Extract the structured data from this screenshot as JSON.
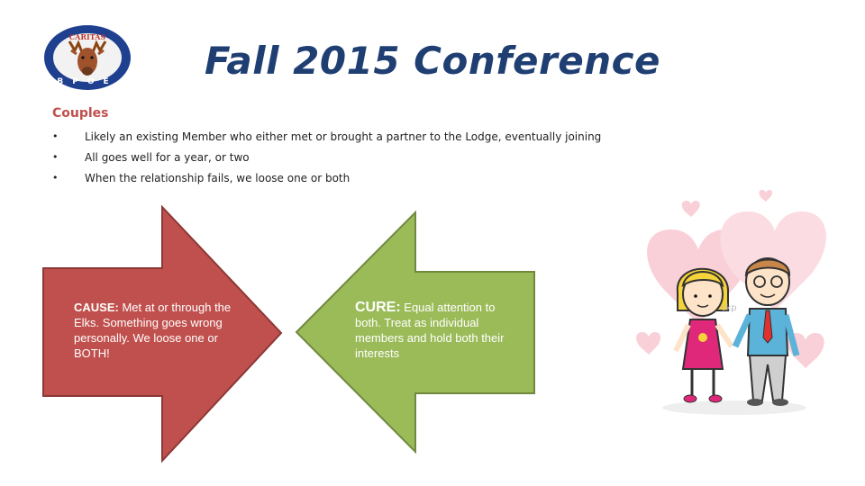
{
  "slide": {
    "title": "Fall 2015 Conference",
    "section_heading": "Couples",
    "bullets": [
      "Likely an existing Member who either met or brought a partner to the Lodge, eventually joining",
      "All goes well for a year, or two",
      "When the relationship fails, we loose one or both"
    ],
    "bullet_glyph": "•"
  },
  "logo": {
    "letters_top": "CARITAS",
    "letters_bottom": "BPOE",
    "icon": "elk-emblem-icon"
  },
  "cause_box": {
    "lead": "CAUSE:",
    "text": " Met at or through the Elks. Something goes wrong personally. We loose one or BOTH!",
    "color": "#c0504d"
  },
  "cure_box": {
    "lead": "CURE:",
    "text": " Equal attention to both. Treat as individual members and hold both their interests",
    "color": "#9bbb59"
  },
  "illustration": {
    "icon": "cartoon-couple-hearts-icon",
    "watermark": "ckp"
  },
  "colors": {
    "title": "#1f3f73",
    "heading": "#c0504d",
    "cause_border": "#8c3836",
    "cure_border": "#71893f"
  }
}
